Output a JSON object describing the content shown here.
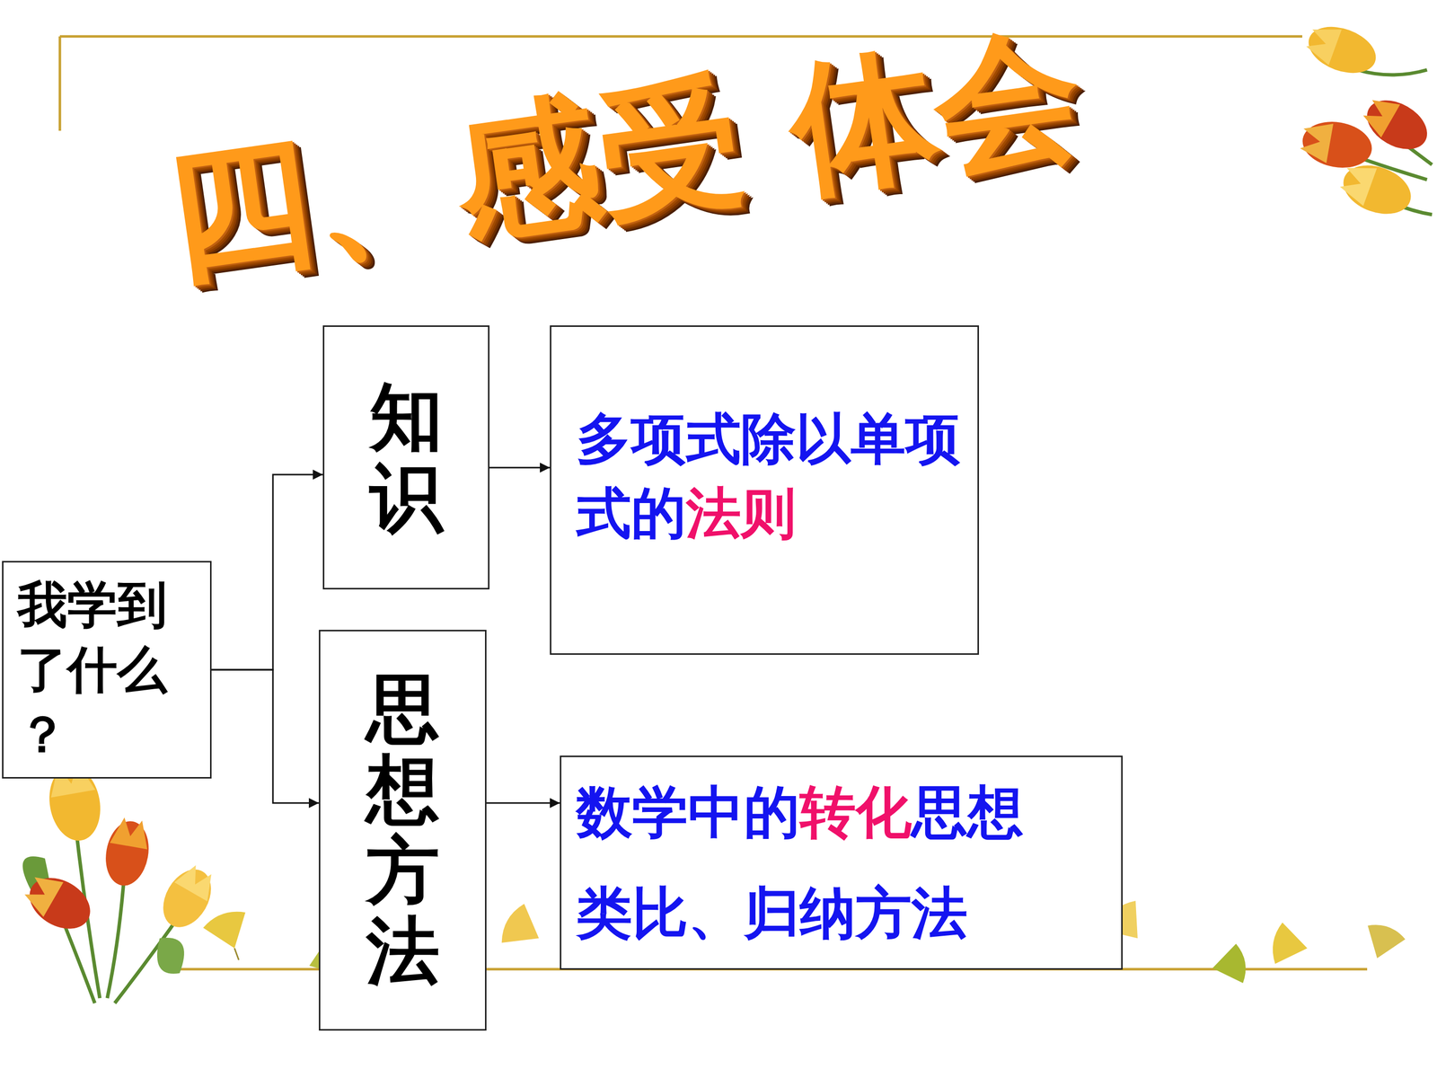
{
  "diagram": {
    "title": "四、感受 体会",
    "nodes": [
      {
        "text": [
          "我学到了什么？"
        ]
      },
      {
        "text": [
          "知识"
        ]
      },
      {
        "text": [
          "多项式除以单项式的",
          "法则"
        ]
      },
      {
        "text": [
          "思想方法"
        ]
      },
      {
        "text": [
          "数学中的",
          "转化",
          "思想",
          "类比、归纳方法"
        ]
      }
    ],
    "edges": [
      {
        "from": 0,
        "to": 1,
        "arrow": "to"
      },
      {
        "from": 0,
        "to": 3,
        "arrow": "to"
      },
      {
        "from": 1,
        "to": 2,
        "arrow": "to"
      },
      {
        "from": 3,
        "to": 4,
        "arrow": "to"
      }
    ]
  }
}
